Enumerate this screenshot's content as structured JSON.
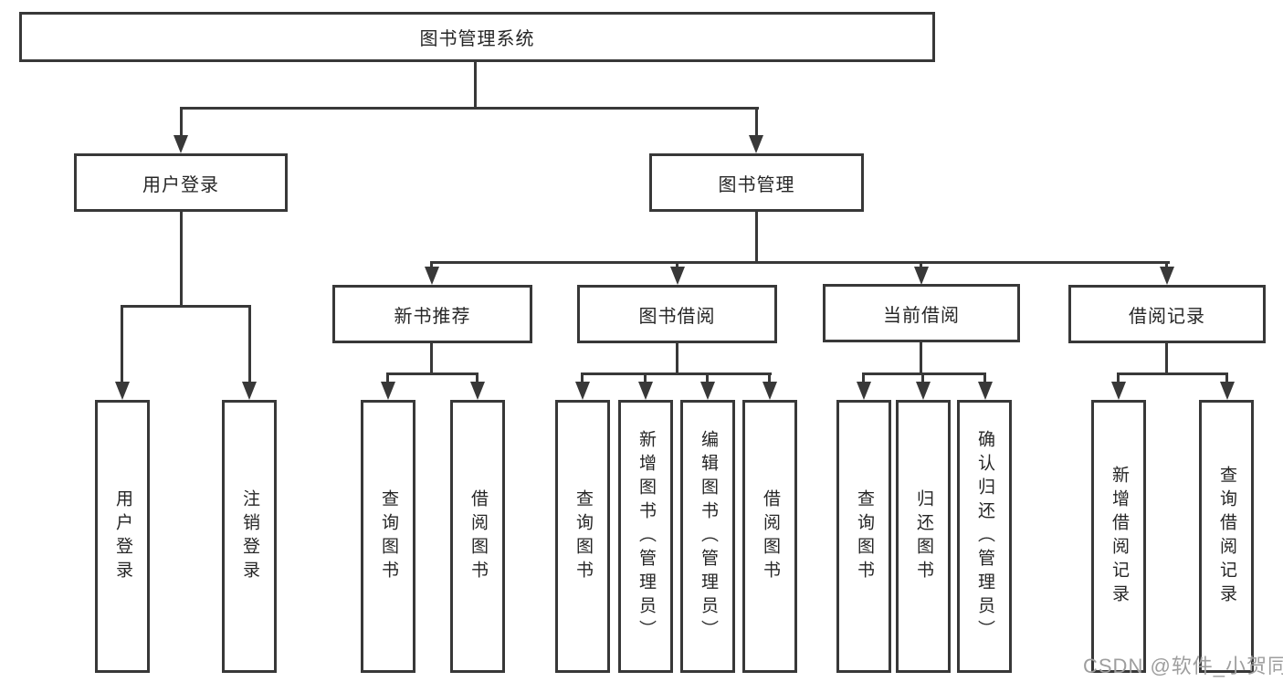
{
  "diagram": {
    "type": "hierarchy-tree",
    "watermark": "CSDN @软件_小贺同学",
    "colors": {
      "line": "#383838",
      "text": "#262626",
      "background": "#ffffff",
      "watermark": "#9e9e9e"
    },
    "nodes": {
      "root": {
        "label": "图书管理系统"
      },
      "user_login": {
        "label": "用户登录"
      },
      "book_mgmt": {
        "label": "图书管理"
      },
      "new_book": {
        "label": "新书推荐"
      },
      "book_borrow": {
        "label": "图书借阅"
      },
      "current_borrow": {
        "label": "当前借阅"
      },
      "borrow_record": {
        "label": "借阅记录"
      },
      "leaf_user_login": {
        "label": "用户登录"
      },
      "leaf_logout": {
        "label": "注销登录"
      },
      "leaf_nb_query": {
        "label": "查询图书"
      },
      "leaf_nb_borrow": {
        "label": "借阅图书"
      },
      "leaf_bb_query": {
        "label": "查询图书"
      },
      "leaf_bb_add": {
        "label": "新增图书（管理员）"
      },
      "leaf_bb_edit": {
        "label": "编辑图书（管理员）"
      },
      "leaf_bb_borrow": {
        "label": "借阅图书"
      },
      "leaf_cb_query": {
        "label": "查询图书"
      },
      "leaf_cb_return": {
        "label": "归还图书"
      },
      "leaf_cb_confirm": {
        "label": "确认归还（管理员）"
      },
      "leaf_rec_add": {
        "label": "新增借阅记录"
      },
      "leaf_rec_query": {
        "label": "查询借阅记录"
      }
    },
    "edges": [
      "图书管理系统→用户登录",
      "图书管理系统→图书管理",
      "用户登录→用户登录",
      "用户登录→注销登录",
      "图书管理→新书推荐",
      "图书管理→图书借阅",
      "图书管理→当前借阅",
      "图书管理→借阅记录",
      "新书推荐→查询图书",
      "新书推荐→借阅图书",
      "图书借阅→查询图书",
      "图书借阅→新增图书（管理员）",
      "图书借阅→编辑图书（管理员）",
      "图书借阅→借阅图书",
      "当前借阅→查询图书",
      "当前借阅→归还图书",
      "当前借阅→确认归还（管理员）",
      "借阅记录→新增借阅记录",
      "借阅记录→查询借阅记录"
    ]
  }
}
